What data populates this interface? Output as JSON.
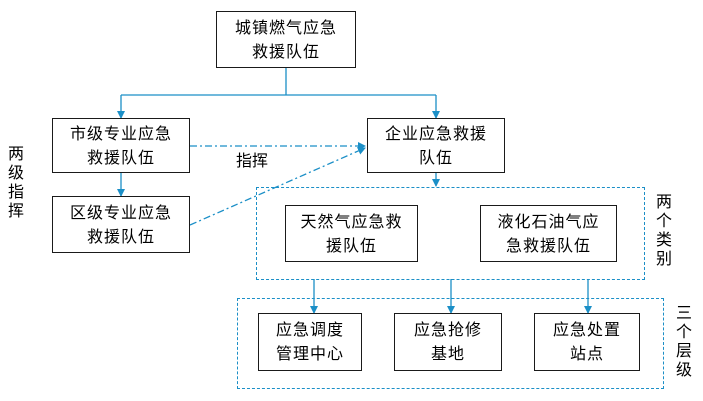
{
  "top_node": {
    "line1": "城镇燃气应急",
    "line2": "救援队伍"
  },
  "city_team": {
    "line1": "市级专业应急",
    "line2": "救援队伍"
  },
  "district_team": {
    "line1": "区级专业应急",
    "line2": "救援队伍"
  },
  "enterprise_team": {
    "line1": "企业应急救援",
    "line2": "队伍"
  },
  "natural_gas_team": {
    "line1": "天然气应急救",
    "line2": "援队伍"
  },
  "lpg_team": {
    "line1": "液化石油气应",
    "line2": "急救援队伍"
  },
  "dispatch_center": {
    "line1": "应急调度",
    "line2": "管理中心"
  },
  "repair_base": {
    "line1": "应急抢修",
    "line2": "基地"
  },
  "disposal_station": {
    "line1": "应急处置",
    "line2": "站点"
  },
  "label_two_level_command": "两级指挥",
  "label_command": "指挥",
  "label_two_categories": "两个类别",
  "label_three_levels": "三个层级",
  "colors": {
    "arrow": "#1b8fc7",
    "dash_dot": "#1b8fc7",
    "box_border": "#1a1a1a"
  }
}
